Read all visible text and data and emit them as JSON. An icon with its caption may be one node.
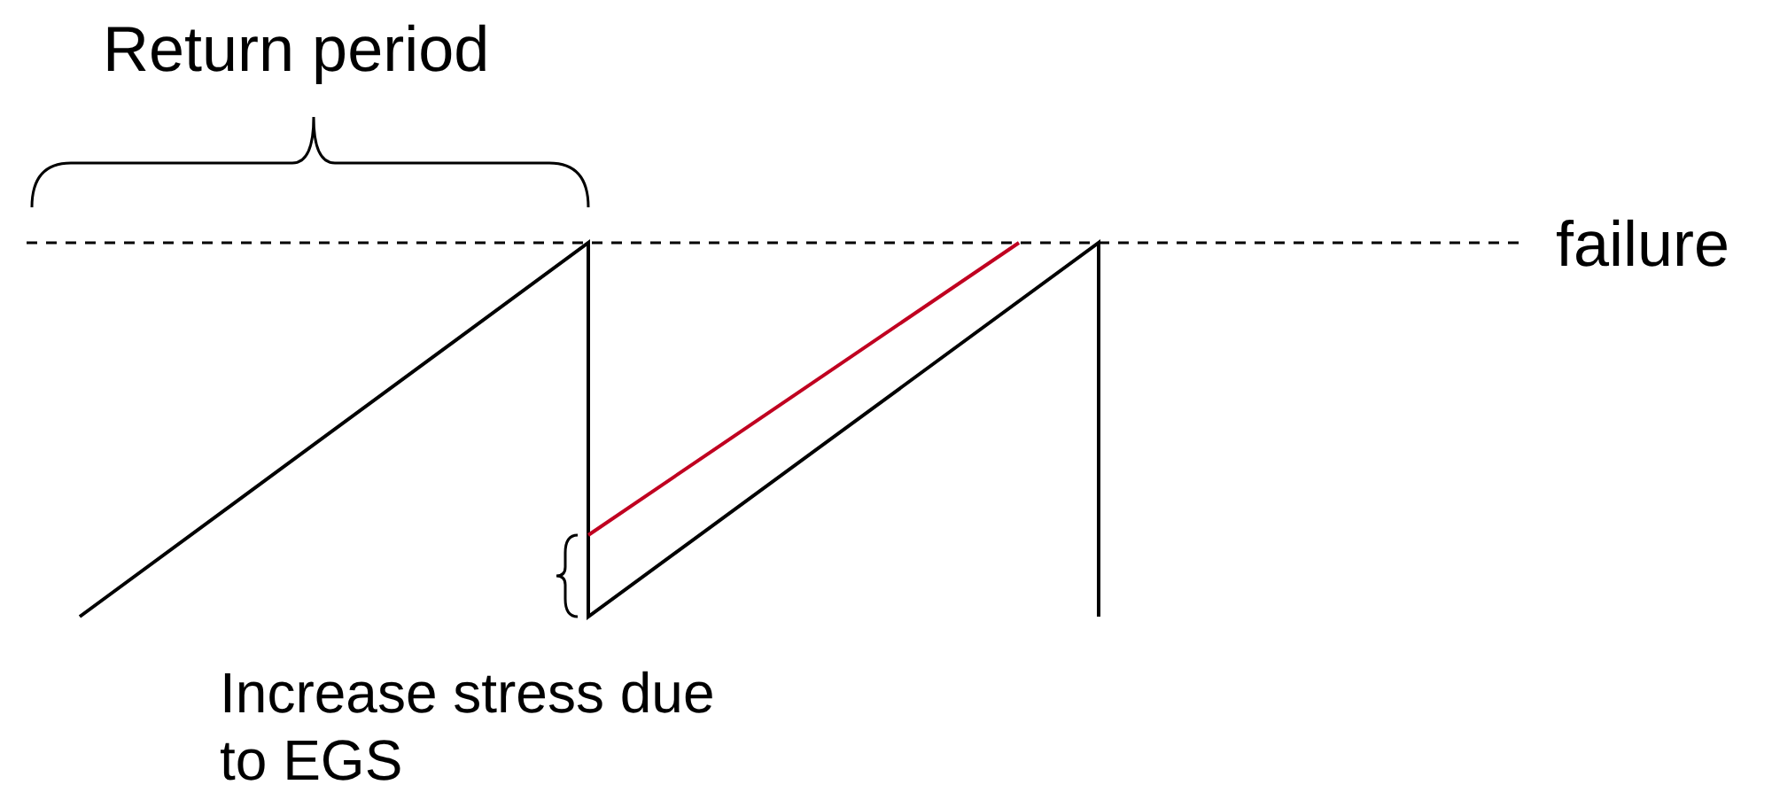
{
  "diagram": {
    "labels": [
      "Return period",
      "failure",
      "Increase stress due to EGS"
    ]
  }
}
